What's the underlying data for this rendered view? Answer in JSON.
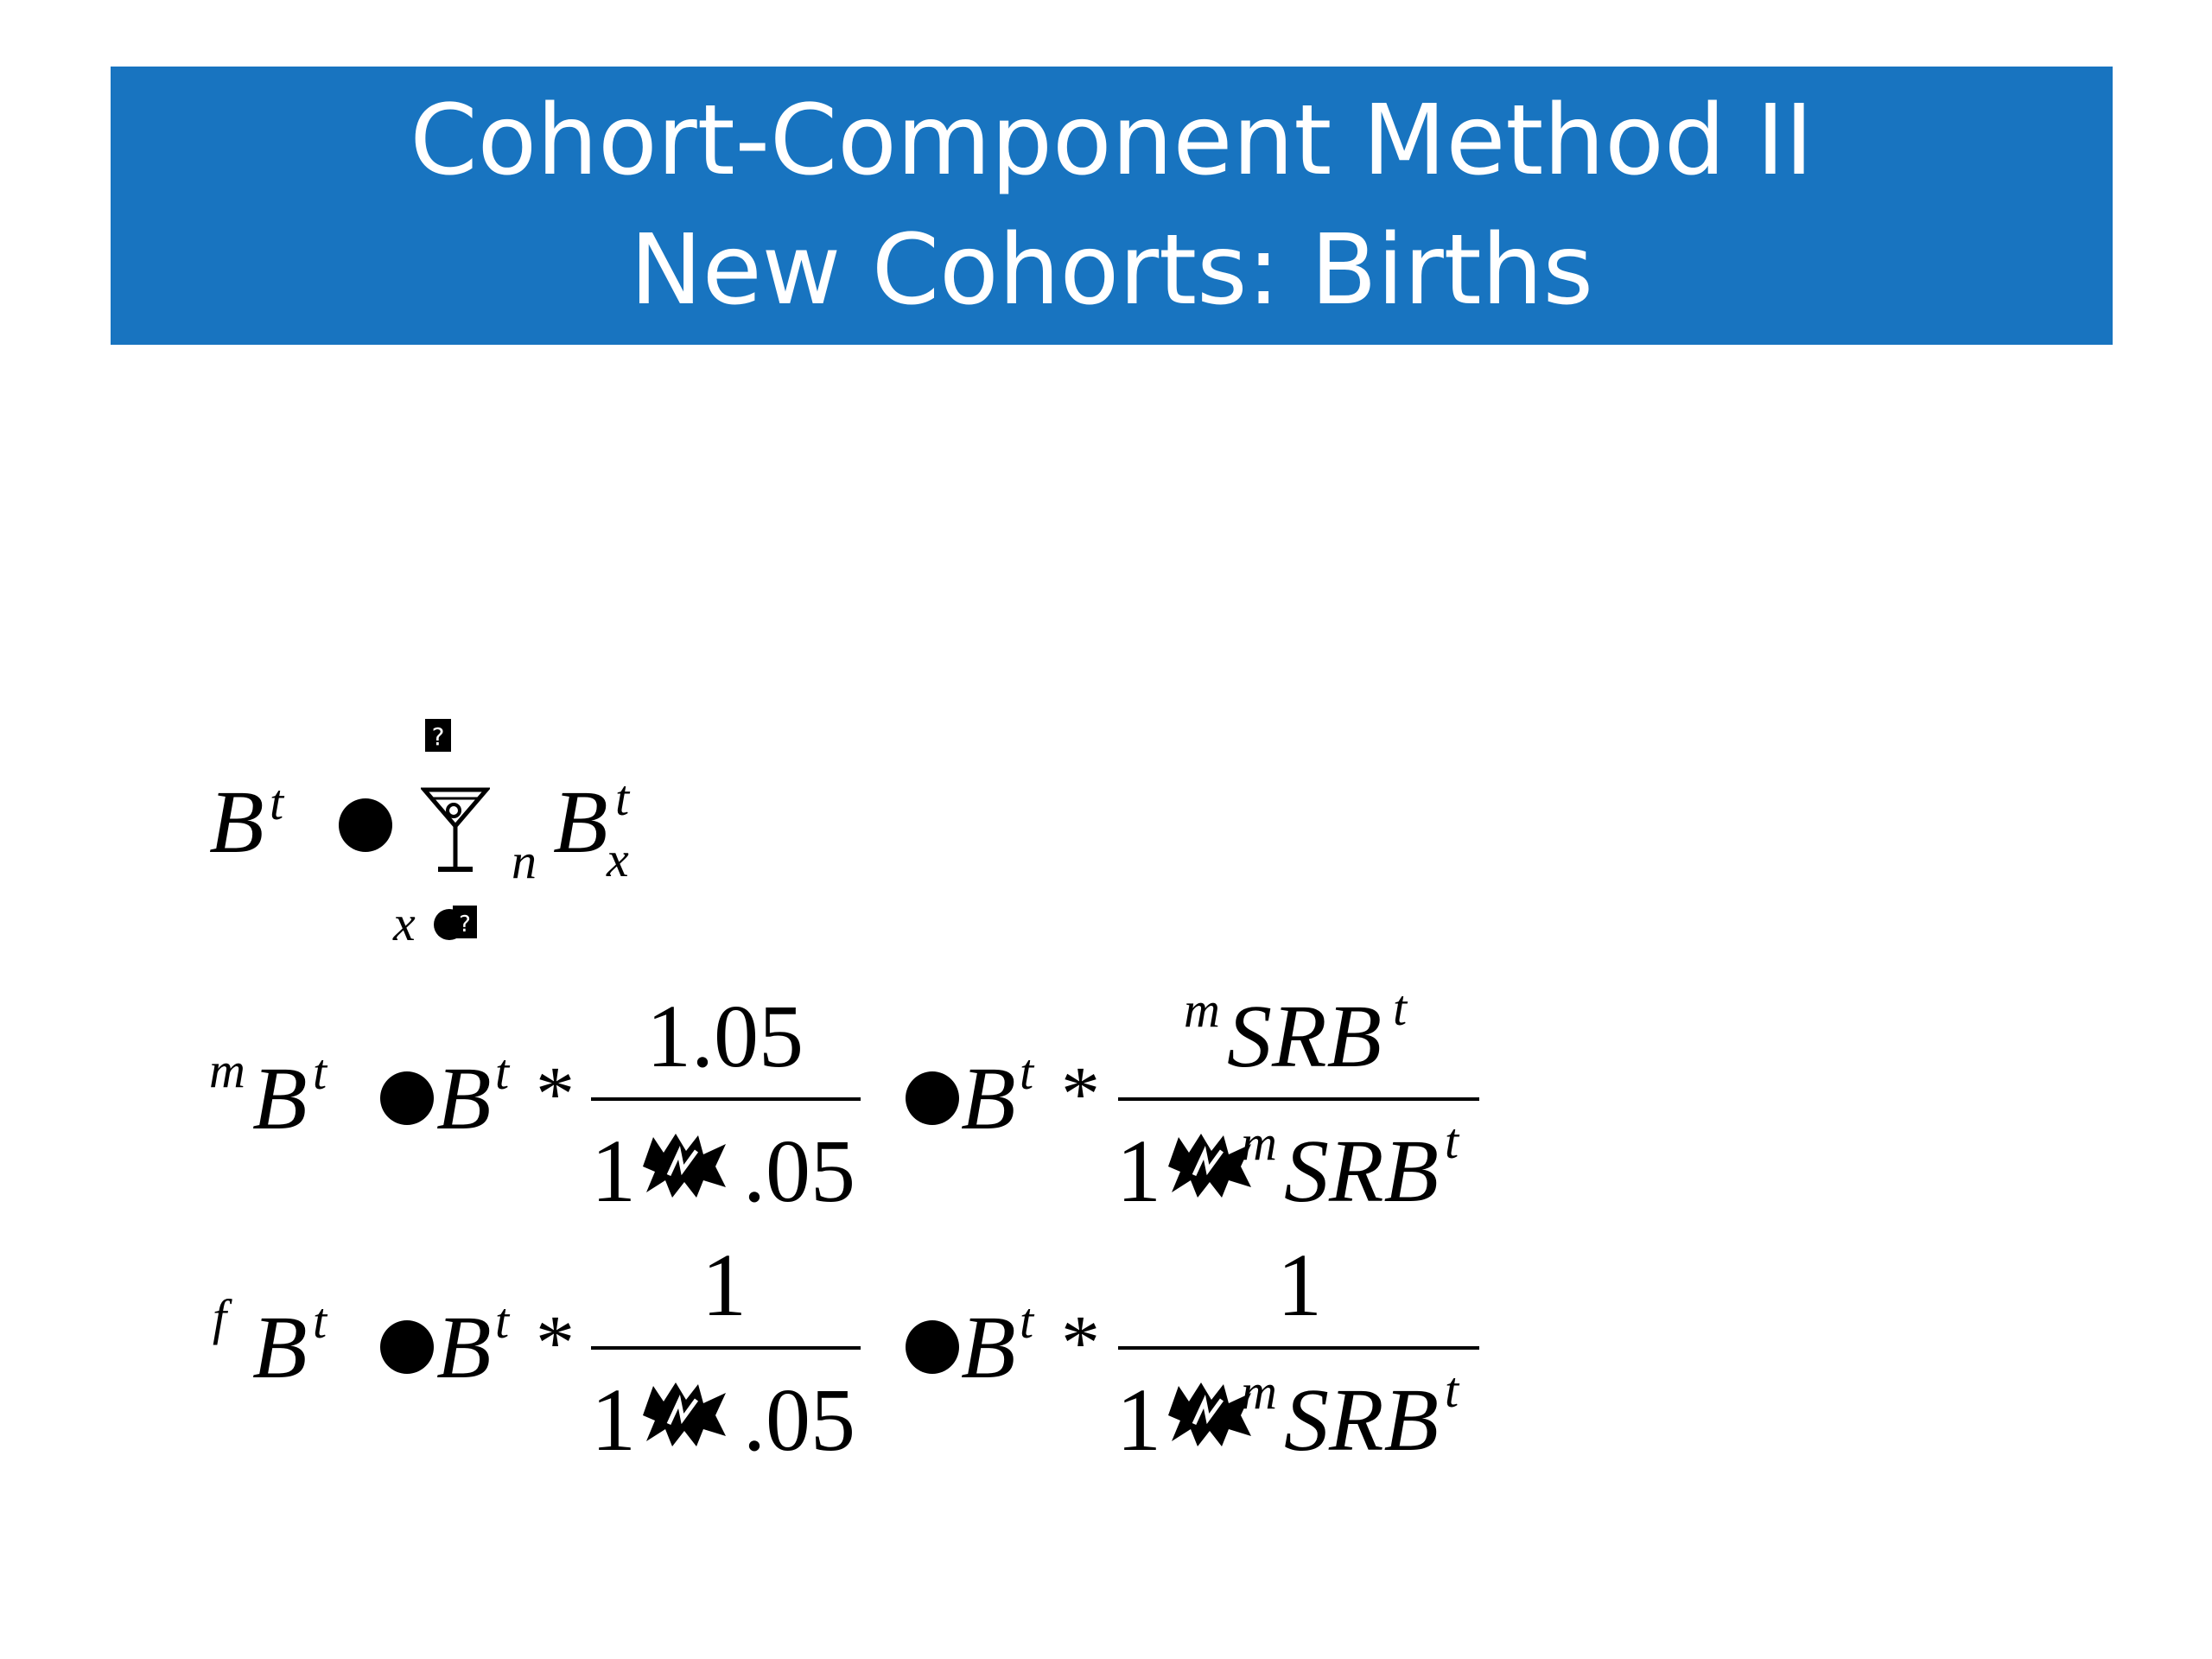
{
  "slide": {
    "title_line1": "Cohort-Component Method II",
    "title_line2": "New Cohorts: Births",
    "header_color": "#1874c0"
  },
  "eq1": {
    "lhs": "B",
    "lhs_sup": "t",
    "sum_sub": "x",
    "term_pre": "n",
    "term": "B",
    "term_sup": "t",
    "term_sub": "x"
  },
  "eq2": {
    "pre_sup": "m",
    "lhs": "B",
    "lhs_sup": "t",
    "b1": "B",
    "b1_sup": "t",
    "star1": "*",
    "frac1_num": "1.05",
    "frac1_den_one": "1",
    "frac1_den_tail": ".05",
    "b2": "B",
    "b2_sup": "t",
    "star2": "*",
    "frac2_num_pre": "m",
    "frac2_num": "SRB",
    "frac2_num_sup": "t",
    "frac2_den_one": "1",
    "frac2_den_pre": "m",
    "frac2_den": "SRB",
    "frac2_den_sup": "t"
  },
  "eq3": {
    "pre_sup": "f",
    "lhs": "B",
    "lhs_sup": "t",
    "b1": "B",
    "b1_sup": "t",
    "star1": "*",
    "frac1_num": "1",
    "frac1_den_one": "1",
    "frac1_den_tail": ".05",
    "b2": "B",
    "b2_sup": "t",
    "star2": "*",
    "frac2_num": "1",
    "frac2_den_one": "1",
    "frac2_den_pre": "m",
    "frac2_den": "SRB",
    "frac2_den_sup": "t"
  },
  "icons": {
    "missing_glyph": "missing-glyph-icon",
    "sum_symbol": "martini-glass-icon",
    "plus_symbol": "burst-icon"
  }
}
